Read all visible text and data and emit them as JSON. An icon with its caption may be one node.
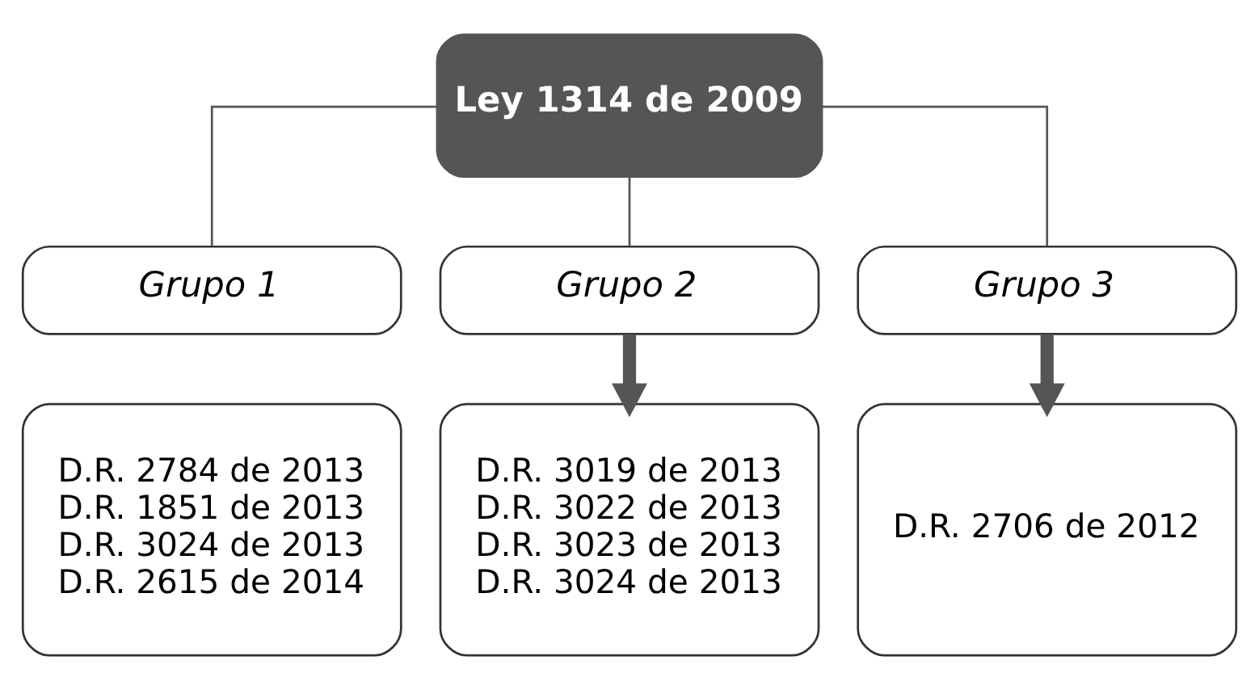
{
  "diagram": {
    "nodes": [
      {
        "text": [
          "Ley 1314 de 2009"
        ]
      },
      {
        "text": [
          "Grupo 1"
        ]
      },
      {
        "text": [
          "Grupo 2"
        ]
      },
      {
        "text": [
          "Grupo 3"
        ]
      },
      {
        "text": [
          "D.R. 2784 de 2013",
          "D.R. 1851 de 2013",
          "D.R. 3024 de 2013",
          "D.R. 2615 de 2014"
        ]
      },
      {
        "text": [
          "D.R. 3019 de 2013",
          "D.R. 3022 de 2013",
          "D.R. 3023 de 2013",
          "D.R. 3024 de 2013"
        ]
      },
      {
        "text": [
          "D.R. 2706 de 2012"
        ]
      }
    ],
    "edges": [
      {
        "from": 0,
        "to": 1,
        "arrow": "none"
      },
      {
        "from": 0,
        "to": 2,
        "arrow": "none"
      },
      {
        "from": 0,
        "to": 3,
        "arrow": "none"
      },
      {
        "from": 2,
        "to": 5,
        "arrow": "to",
        "style": "thick"
      },
      {
        "from": 3,
        "to": 6,
        "arrow": "to",
        "style": "thick"
      }
    ]
  }
}
